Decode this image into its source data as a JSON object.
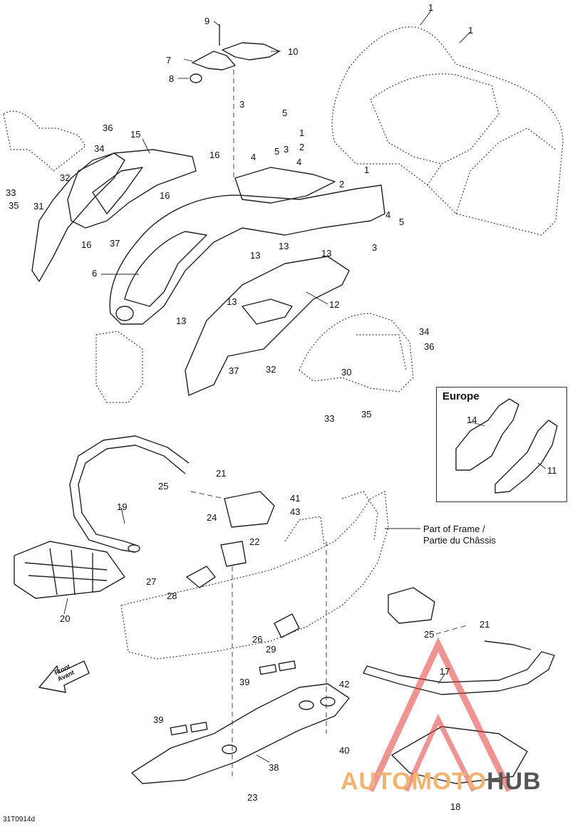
{
  "callouts": [
    {
      "id": "c9a",
      "text": "9"
    },
    {
      "id": "c7",
      "text": "7"
    },
    {
      "id": "c10",
      "text": "10"
    },
    {
      "id": "c8",
      "text": "8"
    },
    {
      "id": "c1a",
      "text": "1"
    },
    {
      "id": "c1b",
      "text": "1"
    },
    {
      "id": "c3a",
      "text": "3"
    },
    {
      "id": "c5a",
      "text": "5"
    },
    {
      "id": "c36a",
      "text": "36"
    },
    {
      "id": "c15",
      "text": "15"
    },
    {
      "id": "c34a",
      "text": "34"
    },
    {
      "id": "c16a",
      "text": "16"
    },
    {
      "id": "c1c",
      "text": "1"
    },
    {
      "id": "c2a",
      "text": "2"
    },
    {
      "id": "c4a",
      "text": "4"
    },
    {
      "id": "c5b",
      "text": "5"
    },
    {
      "id": "c3b",
      "text": "3"
    },
    {
      "id": "c4b",
      "text": "4"
    },
    {
      "id": "c1d",
      "text": "1"
    },
    {
      "id": "c2b",
      "text": "2"
    },
    {
      "id": "c32a",
      "text": "32"
    },
    {
      "id": "c33a",
      "text": "33"
    },
    {
      "id": "c35a",
      "text": "35"
    },
    {
      "id": "c31",
      "text": "31"
    },
    {
      "id": "c16b",
      "text": "16"
    },
    {
      "id": "c16c",
      "text": "16"
    },
    {
      "id": "c37a",
      "text": "37"
    },
    {
      "id": "c4c",
      "text": "4"
    },
    {
      "id": "c5c",
      "text": "5"
    },
    {
      "id": "c3c",
      "text": "3"
    },
    {
      "id": "c6",
      "text": "6"
    },
    {
      "id": "c13a",
      "text": "13"
    },
    {
      "id": "c13b",
      "text": "13"
    },
    {
      "id": "c13c",
      "text": "13"
    },
    {
      "id": "c13d",
      "text": "13"
    },
    {
      "id": "c13e",
      "text": "13"
    },
    {
      "id": "c12",
      "text": "12"
    },
    {
      "id": "c34b",
      "text": "34"
    },
    {
      "id": "c36b",
      "text": "36"
    },
    {
      "id": "c37b",
      "text": "37"
    },
    {
      "id": "c32b",
      "text": "32"
    },
    {
      "id": "c30",
      "text": "30"
    },
    {
      "id": "c33b",
      "text": "33"
    },
    {
      "id": "c35b",
      "text": "35"
    },
    {
      "id": "c14",
      "text": "14"
    },
    {
      "id": "c11",
      "text": "11"
    },
    {
      "id": "c21a",
      "text": "21"
    },
    {
      "id": "c25a",
      "text": "25"
    },
    {
      "id": "c19",
      "text": "19"
    },
    {
      "id": "c41",
      "text": "41"
    },
    {
      "id": "c43",
      "text": "43"
    },
    {
      "id": "c24",
      "text": "24"
    },
    {
      "id": "c22",
      "text": "22"
    },
    {
      "id": "c27",
      "text": "27"
    },
    {
      "id": "c28",
      "text": "28"
    },
    {
      "id": "c20",
      "text": "20"
    },
    {
      "id": "c26",
      "text": "26"
    },
    {
      "id": "c29",
      "text": "29"
    },
    {
      "id": "c21b",
      "text": "21"
    },
    {
      "id": "c25b",
      "text": "25"
    },
    {
      "id": "c39a",
      "text": "39"
    },
    {
      "id": "c42",
      "text": "42"
    },
    {
      "id": "c17",
      "text": "17"
    },
    {
      "id": "c39b",
      "text": "39"
    },
    {
      "id": "c40",
      "text": "40"
    },
    {
      "id": "c38",
      "text": "38"
    },
    {
      "id": "c23",
      "text": "23"
    },
    {
      "id": "c18",
      "text": "18"
    }
  ],
  "europe_title": "Europe",
  "frame_note_line1": "Part of Frame /",
  "frame_note_line2": "Partie du Châssis",
  "front_arrow_line1": "Front",
  "front_arrow_line2": "Avant",
  "drawing_code": "31T0914d",
  "watermark_a": "AUTOMOTO",
  "watermark_b": "HUB",
  "colors": {
    "line": "#222222",
    "watermark_red": "#e33b3b",
    "watermark_orange": "#f1b46f"
  }
}
